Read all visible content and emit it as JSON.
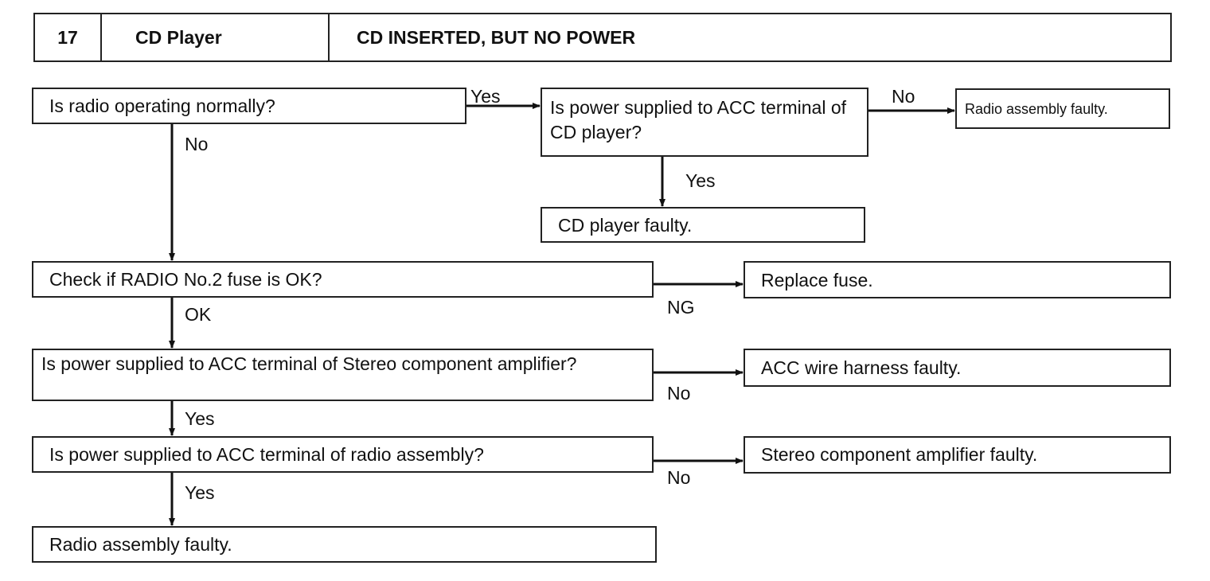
{
  "header": {
    "number": "17",
    "component": "CD Player",
    "symptom": "CD INSERTED, BUT NO POWER"
  },
  "nodes": {
    "radio_normal": "Is radio operating normally?",
    "acc_cd": "Is power supplied to ACC terminal of CD player?",
    "radio_faulty_1": "Radio assembly faulty.",
    "cd_faulty": "CD player faulty.",
    "fuse_check": "Check if RADIO No.2 fuse is OK?",
    "replace_fuse": "Replace fuse.",
    "acc_amp": "Is power supplied to ACC terminal of Stereo component amplifier?",
    "harness_faulty": "ACC wire harness faulty.",
    "acc_radio": "Is power supplied to ACC terminal of radio assembly?",
    "amp_faulty": "Stereo component amplifier faulty.",
    "radio_faulty_2": "Radio assembly faulty."
  },
  "labels": {
    "radio_yes": "Yes",
    "radio_no": "No",
    "acc_cd_no": "No",
    "acc_cd_yes": "Yes",
    "fuse_ng": "NG",
    "fuse_ok": "OK",
    "acc_amp_no": "No",
    "acc_amp_yes": "Yes",
    "acc_radio_no": "No",
    "acc_radio_yes": "Yes"
  }
}
